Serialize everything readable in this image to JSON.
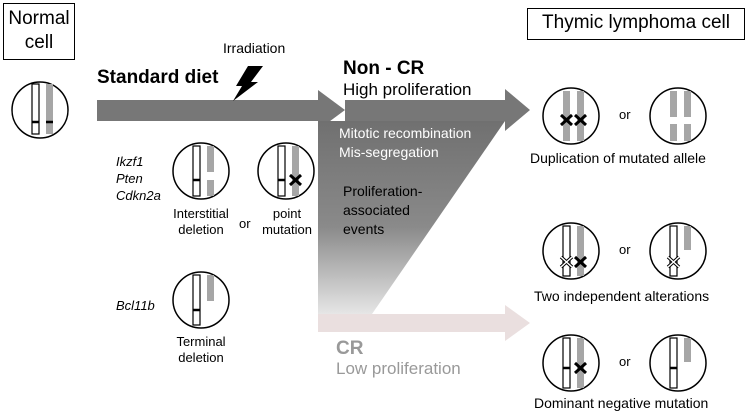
{
  "labels": {
    "normal_cell": "Normal\ncell",
    "thymic_lymphoma_cell": "Thymic lymphoma cell",
    "irradiation": "Irradiation",
    "standard_diet": "Standard diet",
    "non_cr": "Non - CR",
    "high_proliferation": "High proliferation",
    "mitotic_recombination": "Mitotic recombination",
    "mis_segregation": "Mis-segregation",
    "proliferation_associated": "Proliferation-\nassociated\nevents",
    "cr": "CR",
    "low_proliferation": "Low proliferation",
    "genes_top": "Ikzf1\nPten\nCdkn2a",
    "gene_bottom": "Bcl11b",
    "interstitial_deletion": "Interstitial\ndeletion",
    "or": "or",
    "point_mutation": "point\nmutation",
    "terminal_deletion": "Terminal\ndeletion",
    "duplication": "Duplication of mutated allele",
    "two_independent": "Two independent alterations",
    "dominant_negative": "Dominant negative mutation"
  },
  "colors": {
    "dark_arrow": "#777777",
    "light_arrow": "#eadfdf",
    "cr_text": "#999999",
    "gray_chromosome": "#a6a6a6"
  }
}
